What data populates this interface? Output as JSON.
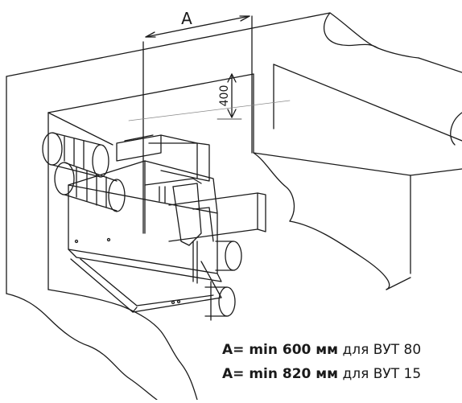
{
  "diagram": {
    "dimension_a_label": "A",
    "dimension_400_label": "400"
  },
  "captions": [
    {
      "formula": "A= min 600 мм",
      "rest": " для ВУТ 80"
    },
    {
      "formula": "A= min 820 мм",
      "rest": " для ВУТ 15"
    }
  ],
  "colors": {
    "line": "#1a1a1a",
    "paper": "#ffffff"
  }
}
